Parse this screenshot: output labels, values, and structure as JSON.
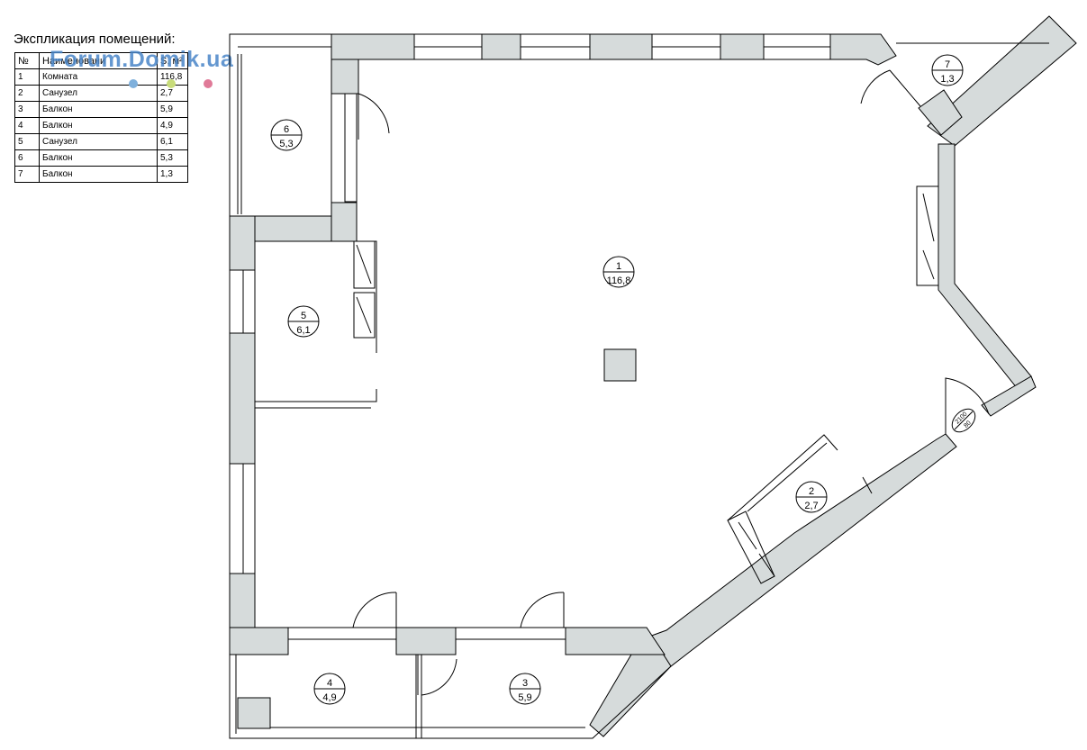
{
  "explication": {
    "title": "Экспликация помещений:",
    "headers": [
      "№",
      "Наименовани",
      "S, м²"
    ],
    "rows": [
      {
        "num": "1",
        "name": "Комната",
        "area": "116,8"
      },
      {
        "num": "2",
        "name": "Санузел",
        "area": "2,7"
      },
      {
        "num": "3",
        "name": "Балкон",
        "area": "5,9"
      },
      {
        "num": "4",
        "name": "Балкон",
        "area": "4,9"
      },
      {
        "num": "5",
        "name": "Санузел",
        "area": "6,1"
      },
      {
        "num": "6",
        "name": "Балкон",
        "area": "5,3"
      },
      {
        "num": "7",
        "name": "Балкон",
        "area": "1,3"
      }
    ]
  },
  "watermark": "Forum.Domik.ua",
  "rooms": [
    {
      "num": "1",
      "area": "116,8"
    },
    {
      "num": "2",
      "area": "2,7"
    },
    {
      "num": "3",
      "area": "5,9"
    },
    {
      "num": "4",
      "area": "4,9"
    },
    {
      "num": "5",
      "area": "6,1"
    },
    {
      "num": "6",
      "area": "5,3"
    },
    {
      "num": "7",
      "area": "1,3"
    }
  ],
  "door_tag": {
    "line1": "2100",
    "line2": "80"
  },
  "colors": {
    "wall": "#d6dbdb",
    "line": "#000000",
    "watermark": "#4a86c8"
  }
}
